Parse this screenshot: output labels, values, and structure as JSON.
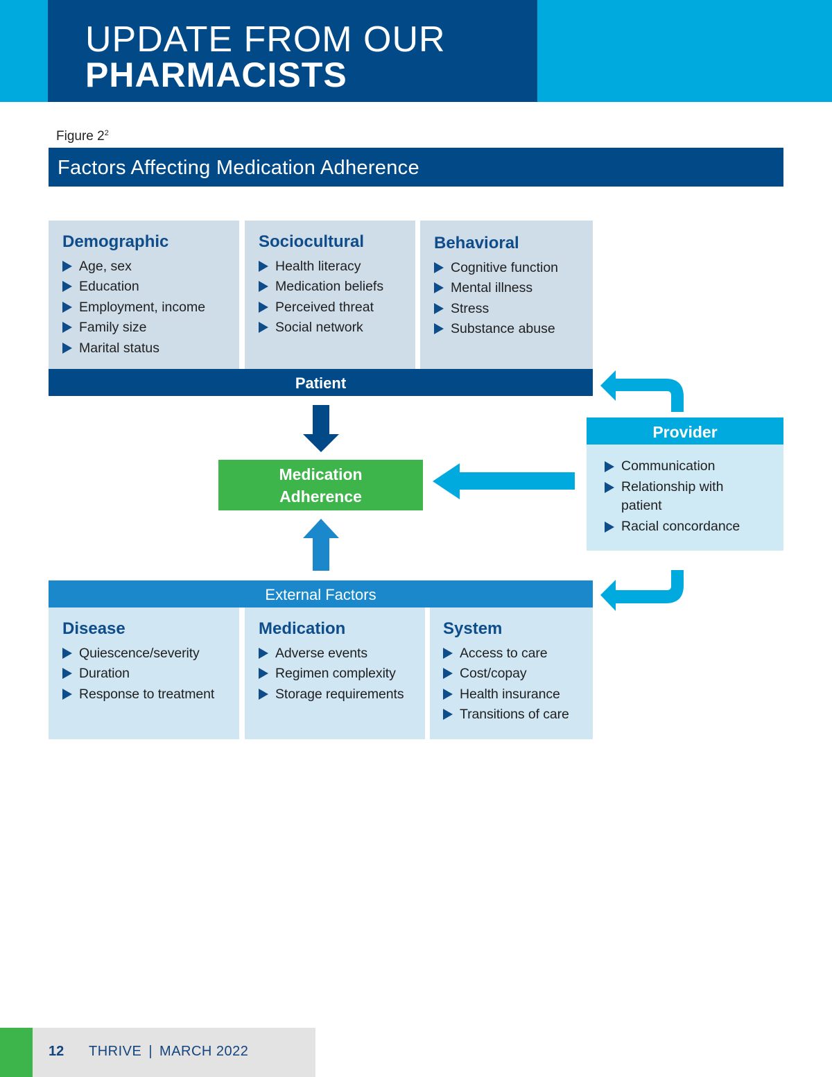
{
  "header": {
    "line1": "UPDATE FROM OUR",
    "line2": "PHARMACISTS"
  },
  "figure": {
    "label": "Figure 2",
    "superscript": "2",
    "title": "Factors Affecting Medication Adherence"
  },
  "patient_factors": {
    "bar_label": "Patient",
    "groups": [
      {
        "title": "Demographic",
        "items": [
          "Age, sex",
          "Education",
          "Employment, income",
          "Family size",
          "Marital status"
        ]
      },
      {
        "title": "Sociocultural",
        "items": [
          "Health literacy",
          "Medication beliefs",
          "Perceived threat",
          "Social network"
        ]
      },
      {
        "title": "Behavioral",
        "items": [
          "Cognitive function",
          "Mental illness",
          "Stress",
          "Substance abuse"
        ]
      }
    ]
  },
  "center": {
    "line1": "Medication",
    "line2": "Adherence"
  },
  "provider": {
    "title": "Provider",
    "items": [
      "Communication",
      "Relationship with patient",
      "Racial concordance"
    ]
  },
  "external_factors": {
    "bar_label": "External Factors",
    "groups": [
      {
        "title": "Disease",
        "items": [
          "Quiescence/severity",
          "Duration",
          "Response to treatment"
        ]
      },
      {
        "title": "Medication",
        "items": [
          "Adverse events",
          "Regimen complexity",
          "Storage requirements"
        ]
      },
      {
        "title": "System",
        "items": [
          "Access to care",
          "Cost/copay",
          "Health insurance",
          "Transitions of care"
        ]
      }
    ]
  },
  "footer": {
    "page_number": "12",
    "publication": "THRIVE",
    "separator": "|",
    "issue": "MARCH 2022"
  },
  "colors": {
    "navy": "#014a87",
    "cyan": "#00a9de",
    "mid_blue": "#1b88cb",
    "green": "#3db54a",
    "patient_panel": "#cfdde9",
    "external_panel": "#d0e6f3",
    "provider_panel": "#cfe9f5"
  }
}
